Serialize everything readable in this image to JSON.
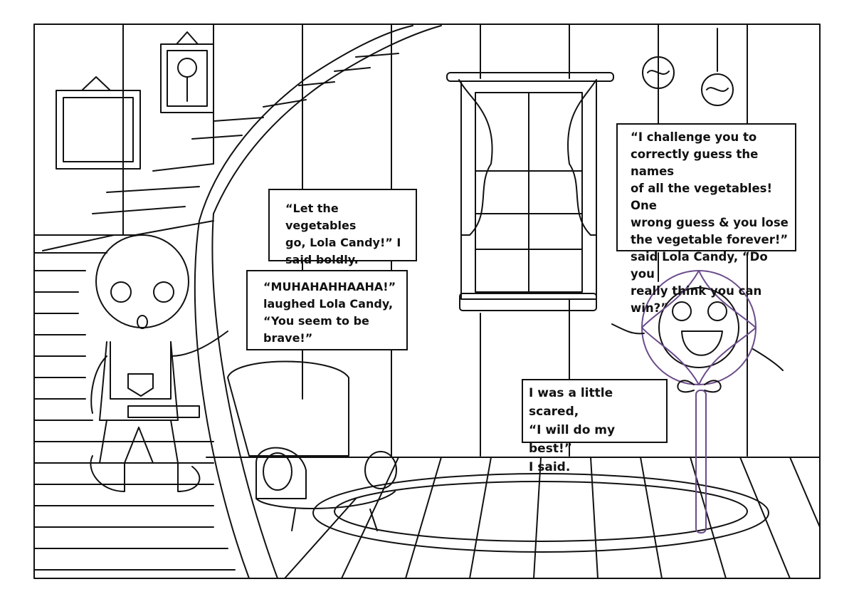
{
  "bubbles": {
    "lola_challenge": "“I challenge you to\ncorrectly guess the names\nof all the vegetables! One\nwrong guess & you lose\nthe vegetable forever!”\nsaid Lola Candy, “Do you\nreally think you can win?”",
    "let_go": "“Let the vegetables\ngo, Lola Candy!” I\nsaid boldly.",
    "laugh": "“MUHAHAHHAAHA!”\nlaughed Lola Candy,\n“You seem to be\nbrave!”",
    "scared": "I was a little scared,\n“I will do my best!”\n I said."
  },
  "icons": {
    "ornament_left": "candy-ornament-icon",
    "ornament_right": "candy-ornament-icon"
  },
  "colors": {
    "line": "#111111",
    "lollipop_accent": "#6b4c8a"
  }
}
